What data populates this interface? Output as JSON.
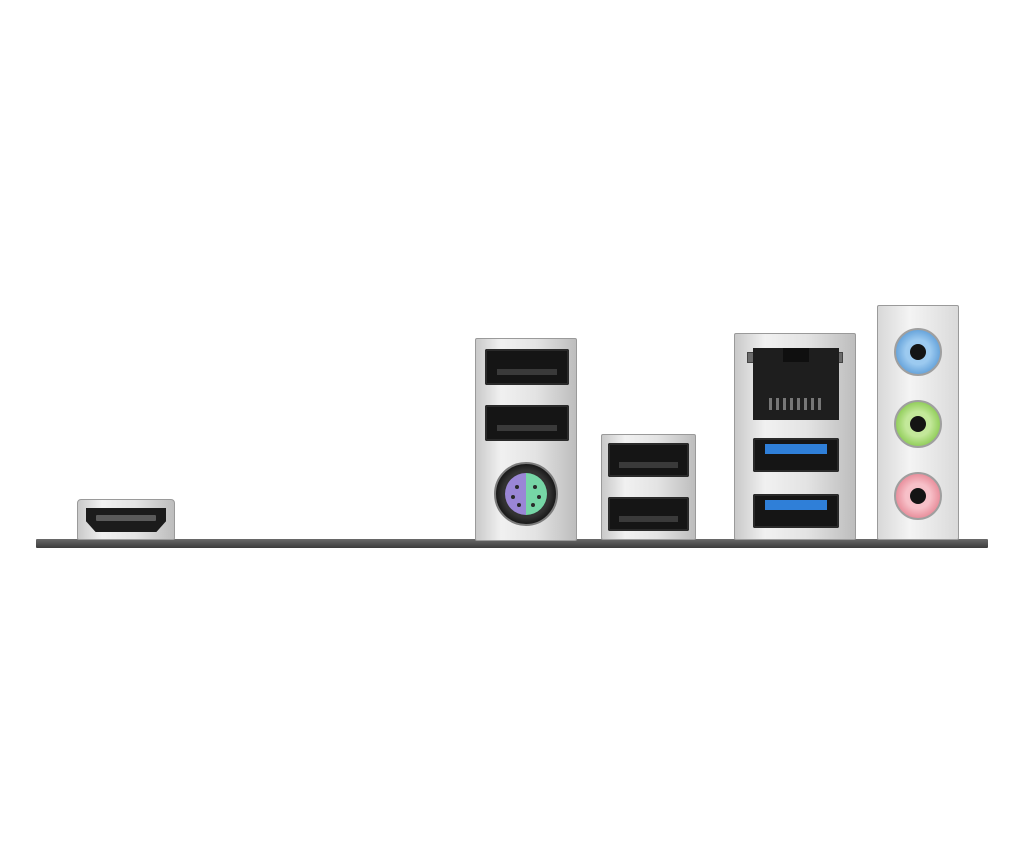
{
  "scene": {
    "subject": "motherboard-rear-io-panel",
    "colors": {
      "background": "#ffffff",
      "pcb": "#4a4a4a",
      "usb3_accent": "#2f7fd8",
      "ps2_left": "#9a86d6",
      "ps2_right": "#76d6a6",
      "audio_line_in": "#7fb4e6",
      "audio_line_out": "#a6d777",
      "audio_mic": "#f0a0ad"
    },
    "ports": [
      {
        "type": "hdmi",
        "icon": "hdmi-port-icon"
      },
      {
        "type": "usb-2.0",
        "count": 2,
        "icon": "usb-port-icon"
      },
      {
        "type": "ps2-combo",
        "icon": "ps2-port-icon"
      },
      {
        "type": "usb-2.0",
        "count": 2,
        "icon": "usb-port-icon"
      },
      {
        "type": "rj45-lan",
        "icon": "ethernet-port-icon"
      },
      {
        "type": "usb-3.0",
        "count": 2,
        "icon": "usb3-port-icon"
      },
      {
        "type": "audio-jack",
        "count": 3,
        "icon": "audio-jack-icon"
      }
    ]
  }
}
